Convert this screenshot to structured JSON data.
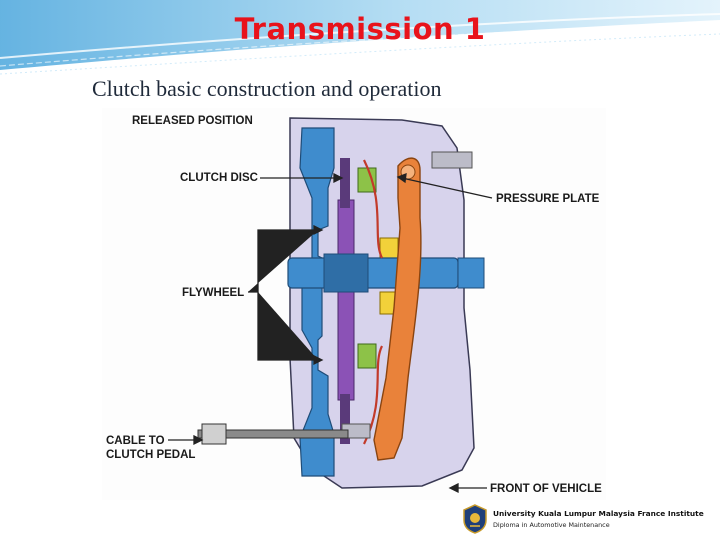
{
  "slide": {
    "title": "Transmission 1",
    "subtitle": "Clutch basic construction and operation"
  },
  "figure": {
    "labels": {
      "released_position": "RELEASED POSITION",
      "clutch_disc": "CLUTCH DISC",
      "pressure_plate": "PRESSURE PLATE",
      "flywheel": "FLYWHEEL",
      "cable_line1": "CABLE TO",
      "cable_line2": "CLUTCH PEDAL",
      "front_of_vehicle": "FRONT OF VEHICLE"
    }
  },
  "footer": {
    "institution": "University Kuala Lumpur Malaysia France Institute",
    "department": "Diploma in Automotive Maintenance"
  },
  "colors": {
    "title": "#e8131b",
    "flywheel_blue": "#3f8ccd",
    "pressure_plate_orange": "#e9823a",
    "clutch_disc_purple": "#8b52b6",
    "housing_lavender": "#d7d3ec",
    "spring_green": "#8dc248",
    "bearing_yellow": "#f2d13a"
  }
}
